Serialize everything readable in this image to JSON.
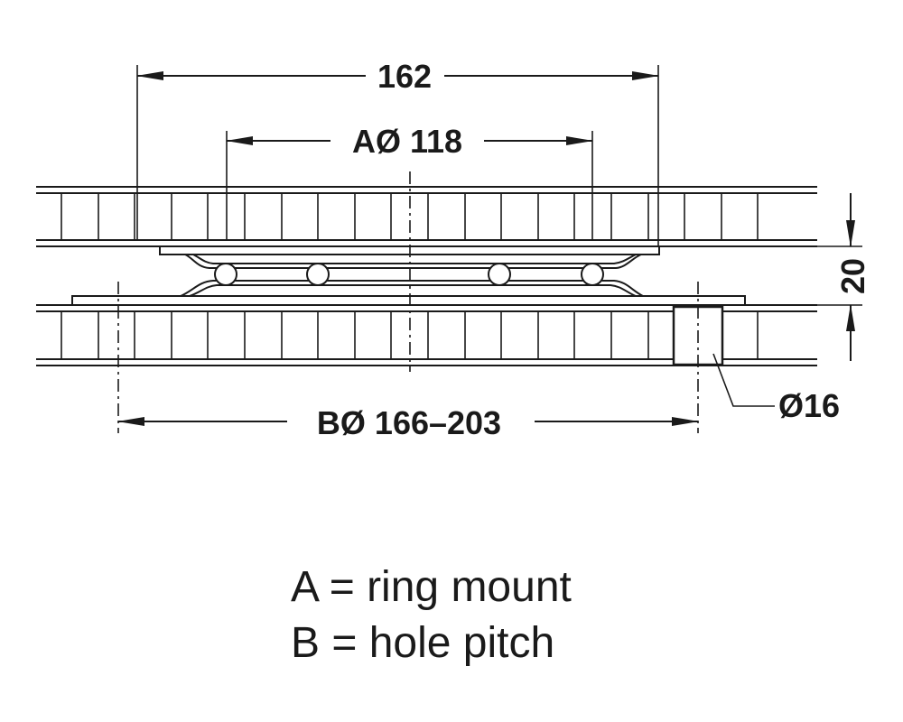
{
  "dimensions": {
    "overall_width": "162",
    "ring_mount_diameter": "AØ 118",
    "height": "20",
    "hole_pitch_diameter": "BØ 166–203",
    "hole_diameter": "Ø16"
  },
  "legend": {
    "line_a": "A = ring mount",
    "line_b": "B = hole pitch"
  },
  "colors": {
    "line": "#1a1a1a",
    "background": "#ffffff"
  }
}
